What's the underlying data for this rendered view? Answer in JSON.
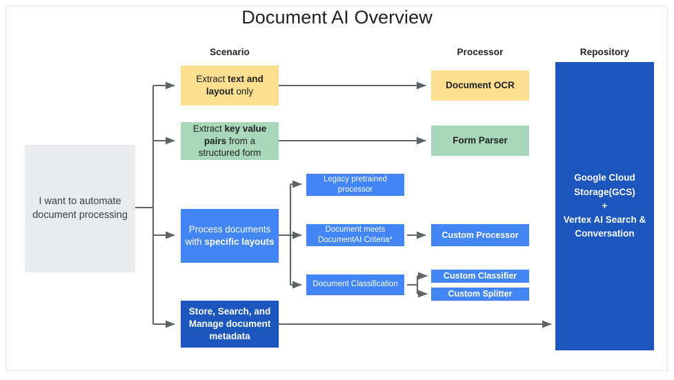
{
  "title": "Document AI Overview",
  "columns": [
    {
      "label": "Scenario"
    },
    {
      "label": "Processor"
    },
    {
      "label": "Repository"
    }
  ],
  "source": {
    "label": "I want to automate document processing",
    "color": "#e8eaed"
  },
  "scenarios": [
    {
      "id": "extract-text-layout",
      "html": "Extract <b>text and layout</b> only",
      "color": "#fcdf8e"
    },
    {
      "id": "extract-key-value",
      "html": "Extract <b>key value pairs</b> from a structured form",
      "color": "#a8d8b9"
    },
    {
      "id": "process-specific-layouts",
      "html": "Process documents with <b>specific layouts</b>",
      "color": "#4285f4"
    },
    {
      "id": "store-search-manage",
      "html": "<b>Store, Search, and Manage</b> document <b>metadata</b>",
      "color": "#1a56bb"
    }
  ],
  "branches": [
    {
      "id": "legacy-pretrained",
      "html": "Legacy pretrained processor",
      "color": "#4285f4"
    },
    {
      "id": "document-meets-criteria",
      "html": "Document meets DocumentAI Criteria*",
      "color": "#4285f4"
    },
    {
      "id": "document-classification",
      "html": "Document Classification",
      "color": "#4285f4"
    }
  ],
  "processors": [
    {
      "id": "document-ocr",
      "html": "Document OCR",
      "color": "#fcdf8e"
    },
    {
      "id": "form-parser",
      "html": "Form Parser",
      "color": "#a8d8b9"
    },
    {
      "id": "custom-processor",
      "html": "Custom Processor",
      "color": "#4285f4"
    },
    {
      "id": "custom-classifier",
      "html": "Custom Classifier",
      "color": "#4285f4"
    },
    {
      "id": "custom-splitter",
      "html": "Custom Splitter",
      "color": "#4285f4"
    }
  ],
  "repository": {
    "id": "gcs-vertex",
    "html": "Google Cloud Storage(GCS)<br>+<br>Vertex AI Search &amp; Conversation",
    "color": "#1a56bb"
  },
  "connector_color": "#5f6368"
}
